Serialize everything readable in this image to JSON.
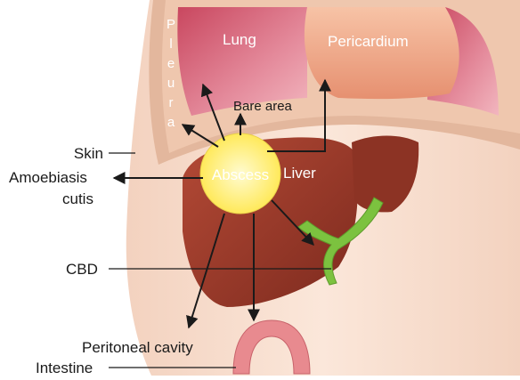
{
  "labels": {
    "pleura_letters": [
      "P",
      "l",
      "e",
      "u",
      "r",
      "a"
    ],
    "lung": "Lung",
    "pericardium": "Pericardium",
    "bare_area": "Bare area",
    "skin": "Skin",
    "amoebiasis_line1": "Amoebiasis",
    "amoebiasis_line2": "cutis",
    "abscess": "Abscess",
    "liver": "Liver",
    "cbd": "CBD",
    "peritoneal_cavity": "Peritoneal cavity",
    "intestine": "Intestine"
  },
  "colors": {
    "skin": "#f5d9c8",
    "lung": "#d9738a",
    "pericardium": "#f0a88a",
    "liver": "#9b3a2a",
    "abscess": "#fff27a",
    "bile_duct": "#7cc23f",
    "intestine": "#e88a8f",
    "arrow": "#1a1a1a"
  }
}
